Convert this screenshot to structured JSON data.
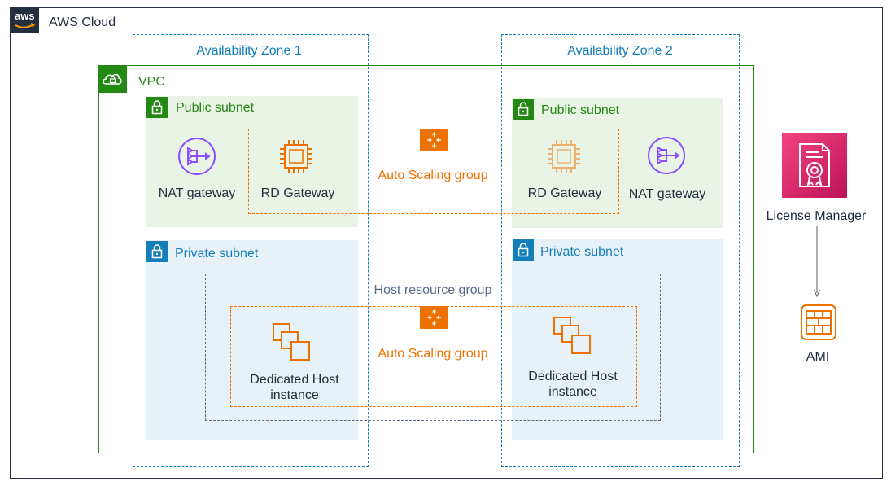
{
  "cloud": {
    "label": "AWS Cloud",
    "logo_text": "aws"
  },
  "zones": [
    {
      "label": "Availability Zone 1"
    },
    {
      "label": "Availability Zone 2"
    }
  ],
  "vpc": {
    "label": "VPC"
  },
  "public_subnets": [
    {
      "label": "Public subnet"
    },
    {
      "label": "Public subnet"
    }
  ],
  "private_subnets": [
    {
      "label": "Private subnet"
    },
    {
      "label": "Private subnet"
    }
  ],
  "public_asg": {
    "label": "Auto Scaling group"
  },
  "private_asg": {
    "label": "Auto Scaling group"
  },
  "host_group": {
    "label": "Host resource group"
  },
  "nat_gateways": [
    {
      "label": "NAT gateway"
    },
    {
      "label": "NAT gateway"
    }
  ],
  "rd_gateways": [
    {
      "label": "RD Gateway"
    },
    {
      "label": "RD Gateway"
    }
  ],
  "dedicated_hosts": [
    {
      "line1": "Dedicated Host",
      "line2": "instance"
    },
    {
      "line1": "Dedicated Host",
      "line2": "instance"
    }
  ],
  "license_manager": {
    "label": "License Manager"
  },
  "ami": {
    "label": "AMI"
  },
  "colors": {
    "vpc_green": "#248814",
    "az_blue": "#147eba",
    "orange": "#ed7100",
    "nat_purple": "#8c4fff",
    "license_pink": "#dd344c",
    "aws_dark": "#232f3e"
  }
}
